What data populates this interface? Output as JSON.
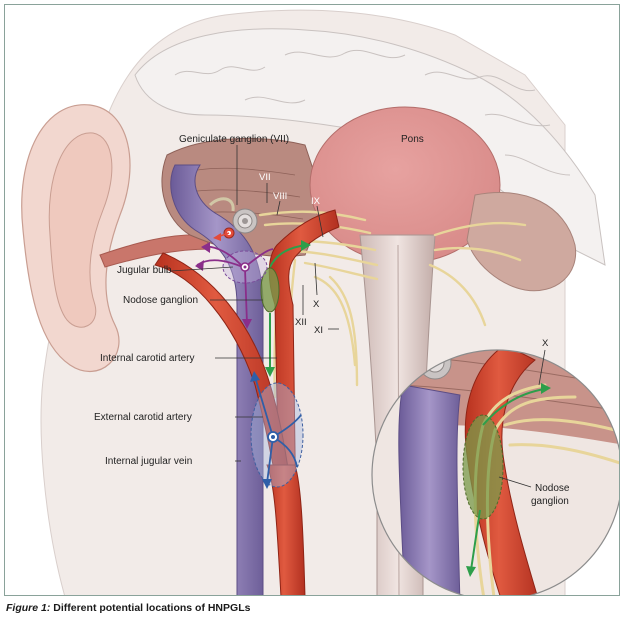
{
  "labels": {
    "geniculate": "Geniculate ganglion (VII)",
    "pons": "Pons",
    "vii": "VII",
    "viii": "VIII",
    "ix": "IX",
    "x": "X",
    "xii": "XII",
    "xi": "XI",
    "jugular_bulb": "Jugular bulb",
    "nodose_ganglion": "Nodose ganglion",
    "internal_carotid": "Internal carotid artery",
    "external_carotid": "External carotid artery",
    "internal_jugular": "Internal jugular vein",
    "inset_x": "X",
    "inset_nodose_line1": "Nodose",
    "inset_nodose_line2": "ganglion"
  },
  "caption": {
    "figure": "Figure 1:",
    "text": "Different potential locations of HNPGLs"
  },
  "colors": {
    "artery": "#d8452f",
    "vein": "#8a7bb0",
    "nerve": "#e8d59a",
    "ganglion": "#7a9a4a",
    "green_arrow": "#2e9e4a",
    "purple_arrow": "#8a2e8a",
    "blue_arrow": "#2f5fa8",
    "frame": "#8aa29a"
  }
}
